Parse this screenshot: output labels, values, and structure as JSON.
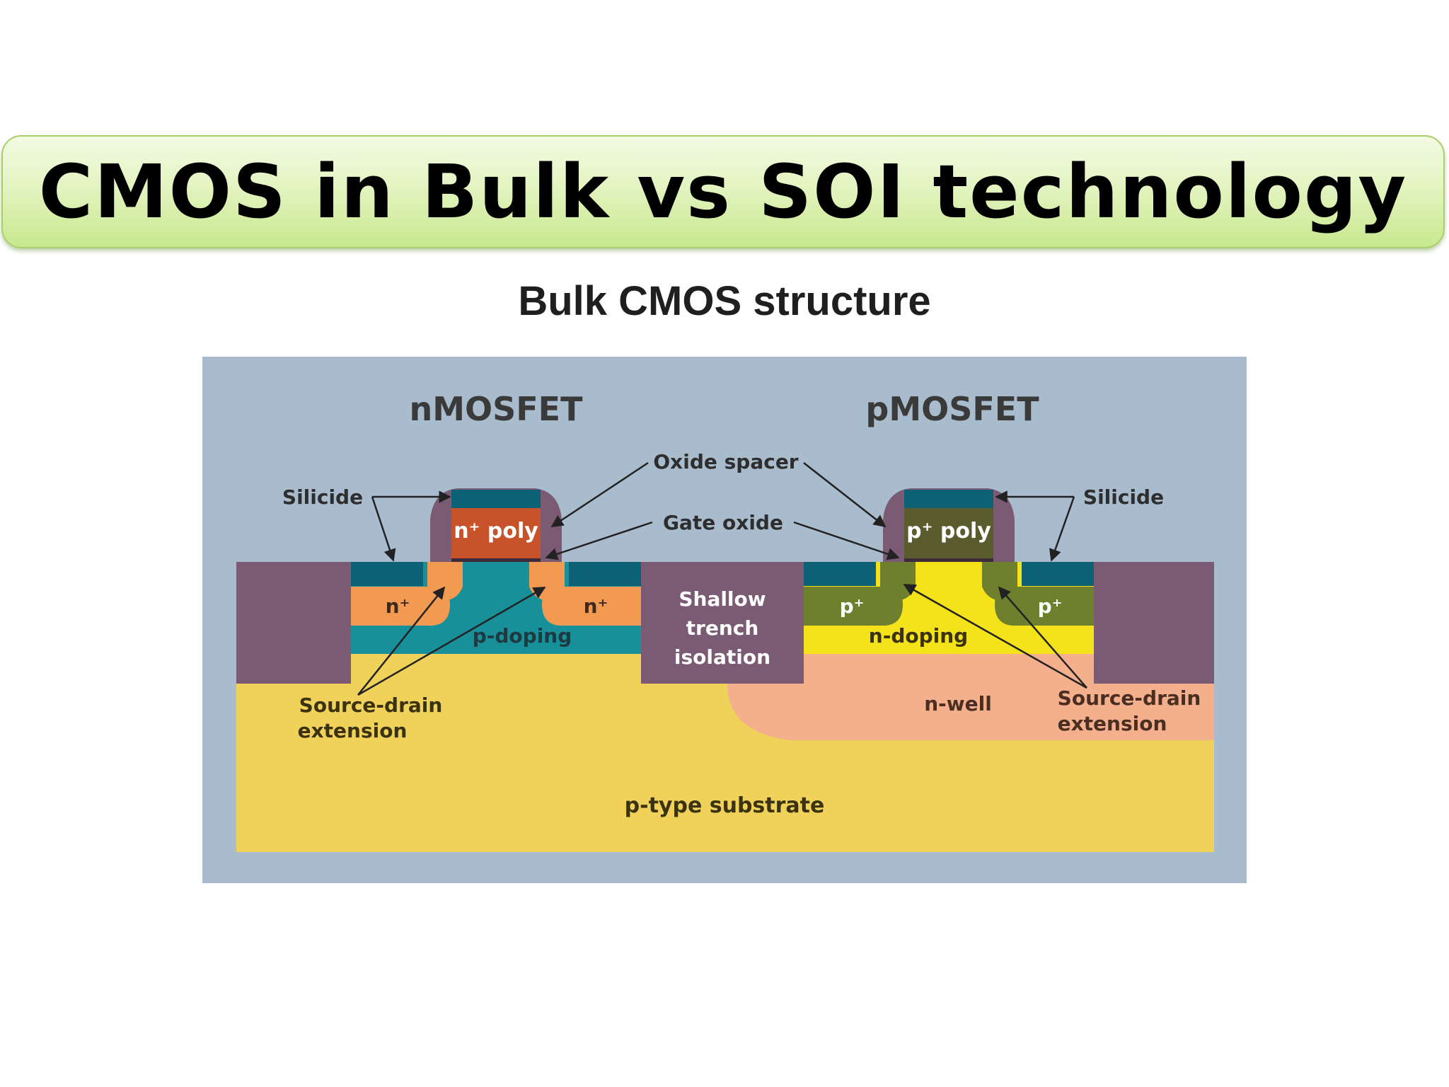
{
  "slide": {
    "title": "CMOS in Bulk vs SOI technology",
    "subtitle": "Bulk  CMOS structure"
  },
  "diagram": {
    "nmos_label": "nMOSFET",
    "pmos_label": "pMOSFET",
    "oxide_spacer": "Oxide spacer",
    "gate_oxide": "Gate oxide",
    "silicide_left": "Silicide",
    "silicide_right": "Silicide",
    "n_poly": "n⁺ poly",
    "p_poly": "p⁺ poly",
    "n_plus_left": "n⁺",
    "n_plus_right": "n⁺",
    "p_plus_left": "p⁺",
    "p_plus_right": "p⁺",
    "p_doping": "p-doping",
    "n_doping": "n-doping",
    "sti_line1": "Shallow",
    "sti_line2": "trench",
    "sti_line3": "isolation",
    "n_well": "n-well",
    "sde_left_line1": "Source-drain",
    "sde_left_line2": "extension",
    "sde_right_line1": "Source-drain",
    "sde_right_line2": "extension",
    "substrate": "p-type substrate"
  },
  "colors": {
    "background_panel": "#a9bccd",
    "substrate": "#f0d25a",
    "n_well": "#f4b08d",
    "sti": "#7b5a73",
    "p_doping": "#17909a",
    "n_doping": "#f4e21b",
    "n_plus": "#f39a52",
    "p_plus": "#6e7f2e",
    "silicide": "#0c6274",
    "n_poly": "#c8532a",
    "p_poly": "#5b5c2d",
    "spacer": "#7b5a73"
  }
}
